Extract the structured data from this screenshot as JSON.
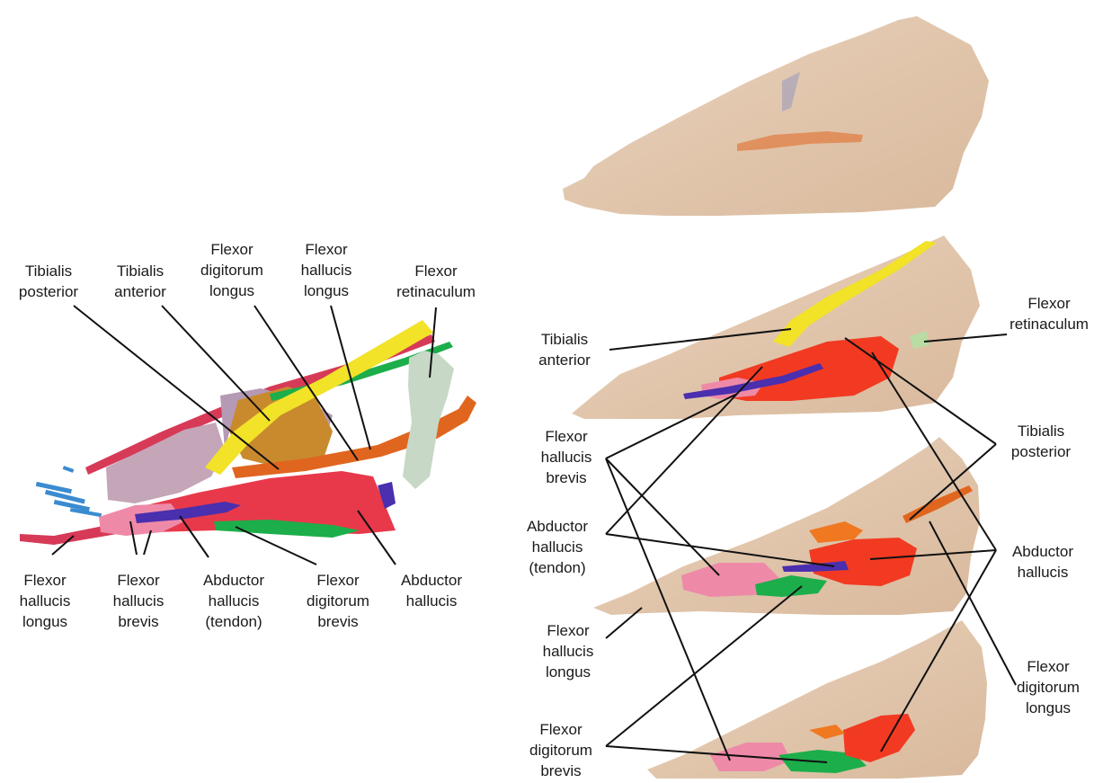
{
  "left_panel": {
    "labels": [
      {
        "id": "tibialis-posterior",
        "lines": [
          "Tibialis",
          "posterior"
        ]
      },
      {
        "id": "tibialis-anterior",
        "lines": [
          "Tibialis",
          "anterior"
        ]
      },
      {
        "id": "flexor-digitorum-longus",
        "lines": [
          "Flexor",
          "digitorum",
          "longus"
        ]
      },
      {
        "id": "flexor-hallucis-longus-top",
        "lines": [
          "Flexor",
          "hallucis",
          "longus"
        ]
      },
      {
        "id": "flexor-retinaculum",
        "lines": [
          "Flexor",
          "retinaculum"
        ]
      },
      {
        "id": "flexor-hallucis-longus-bottom",
        "lines": [
          "Flexor",
          "hallucis",
          "longus"
        ]
      },
      {
        "id": "flexor-hallucis-brevis",
        "lines": [
          "Flexor",
          "hallucis",
          "brevis"
        ]
      },
      {
        "id": "abductor-hallucis-tendon",
        "lines": [
          "Abductor",
          "hallucis",
          "(tendon)"
        ]
      },
      {
        "id": "flexor-digitorum-brevis",
        "lines": [
          "Flexor",
          "digitorum",
          "brevis"
        ]
      },
      {
        "id": "abductor-hallucis",
        "lines": [
          "Abductor",
          "hallucis"
        ]
      }
    ]
  },
  "right_panel": {
    "labels": [
      {
        "id": "tibialis-anterior",
        "lines": [
          "Tibialis",
          "anterior"
        ]
      },
      {
        "id": "flexor-retinaculum",
        "lines": [
          "Flexor",
          "retinaculum"
        ]
      },
      {
        "id": "flexor-hallucis-brevis",
        "lines": [
          "Flexor",
          "hallucis",
          "brevis"
        ]
      },
      {
        "id": "tibialis-posterior",
        "lines": [
          "Tibialis",
          "posterior"
        ]
      },
      {
        "id": "abductor-hallucis-tendon",
        "lines": [
          "Abductor",
          "hallucis",
          "(tendon)"
        ]
      },
      {
        "id": "abductor-hallucis",
        "lines": [
          "Abductor",
          "hallucis"
        ]
      },
      {
        "id": "flexor-hallucis-longus",
        "lines": [
          "Flexor",
          "hallucis",
          "longus"
        ]
      },
      {
        "id": "flexor-digitorum-longus",
        "lines": [
          "Flexor",
          "digitorum",
          "longus"
        ]
      },
      {
        "id": "flexor-digitorum-brevis",
        "lines": [
          "Flexor",
          "digitorum",
          "brevis"
        ]
      }
    ]
  },
  "colors": {
    "tibialis_anterior": "#f2e228",
    "tibialis_posterior": "#e0661f",
    "flexor_digitorum_longus": "#e38a2a",
    "flexor_hallucis_longus": "#d73a57",
    "flexor_retinaculum": "#c7d8c6",
    "abductor_hallucis": "#e8394b",
    "abductor_hallucis_tendon": "#4a2fae",
    "flexor_hallucis_brevis": "#ee8aa8",
    "flexor_digitorum_brevis": "#1cae4a",
    "skin": "#e8cdb0"
  }
}
